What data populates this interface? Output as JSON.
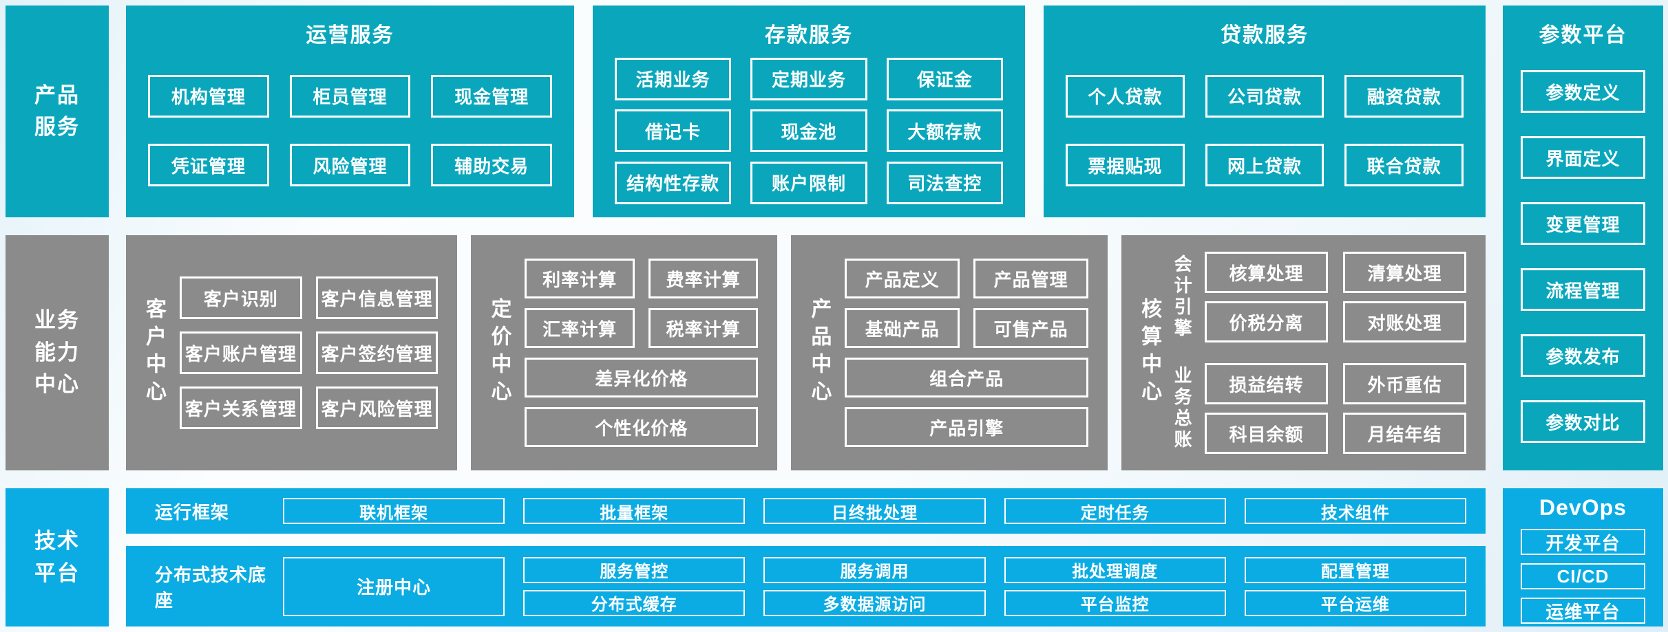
{
  "left_rail": {
    "product_services": "产品\n服务",
    "business_capability": "业务\n能力\n中心",
    "tech_platform": "技术\n平台"
  },
  "top_sections": [
    {
      "title": "运营服务",
      "items": [
        "机构管理",
        "柜员管理",
        "现金管理",
        "凭证管理",
        "风险管理",
        "辅助交易"
      ]
    },
    {
      "title": "存款服务",
      "items": [
        "活期业务",
        "定期业务",
        "保证金",
        "借记卡",
        "现金池",
        "大额存款",
        "结构性存款",
        "账户限制",
        "司法查控"
      ]
    },
    {
      "title": "贷款服务",
      "items": [
        "个人贷款",
        "公司贷款",
        "融资贷款",
        "票据贴现",
        "网上贷款",
        "联合贷款"
      ]
    }
  ],
  "param_platform": {
    "title": "参数平台",
    "items": [
      "参数定义",
      "界面定义",
      "变更管理",
      "流程管理",
      "参数发布",
      "参数对比"
    ]
  },
  "capability_centers": [
    {
      "label": "客户中心",
      "items": [
        "客户识别",
        "客户信息管理",
        "客户账户管理",
        "客户签约管理",
        "客户关系管理",
        "客户风险管理"
      ]
    },
    {
      "label": "定价中心",
      "items": [
        "利率计算",
        "费率计算",
        "汇率计算",
        "税率计算",
        "差异化价格",
        "个性化价格"
      ]
    },
    {
      "label": "产品中心",
      "items": [
        "产品定义",
        "产品管理",
        "基础产品",
        "可售产品",
        "组合产品",
        "产品引擎"
      ]
    },
    {
      "label": "核算中心",
      "groups": [
        {
          "label": "会计引擎",
          "items": [
            "核算处理",
            "清算处理",
            "价税分离",
            "对账处理"
          ]
        },
        {
          "label": "业务总账",
          "items": [
            "损益结转",
            "外币重估",
            "科目余额",
            "月结年结"
          ]
        }
      ]
    }
  ],
  "tech_platform": {
    "runtime": {
      "label": "运行框架",
      "items": [
        "联机框架",
        "批量框架",
        "日终批处理",
        "定时任务",
        "技术组件"
      ]
    },
    "distributed": {
      "label": "分布式技术底座",
      "registry": "注册中心",
      "grid": [
        "服务管控",
        "服务调用",
        "批处理调度",
        "配置管理",
        "分布式缓存",
        "多数据源访问",
        "平台监控",
        "平台运维"
      ]
    }
  },
  "devops": {
    "title": "DevOps",
    "items": [
      "开发平台",
      "CI/CD",
      "运维平台"
    ]
  },
  "colors": {
    "teal": "#0AA7BC",
    "gray": "#8B8B8B",
    "blue": "#0BACE3",
    "text": "#FFFFFF"
  }
}
